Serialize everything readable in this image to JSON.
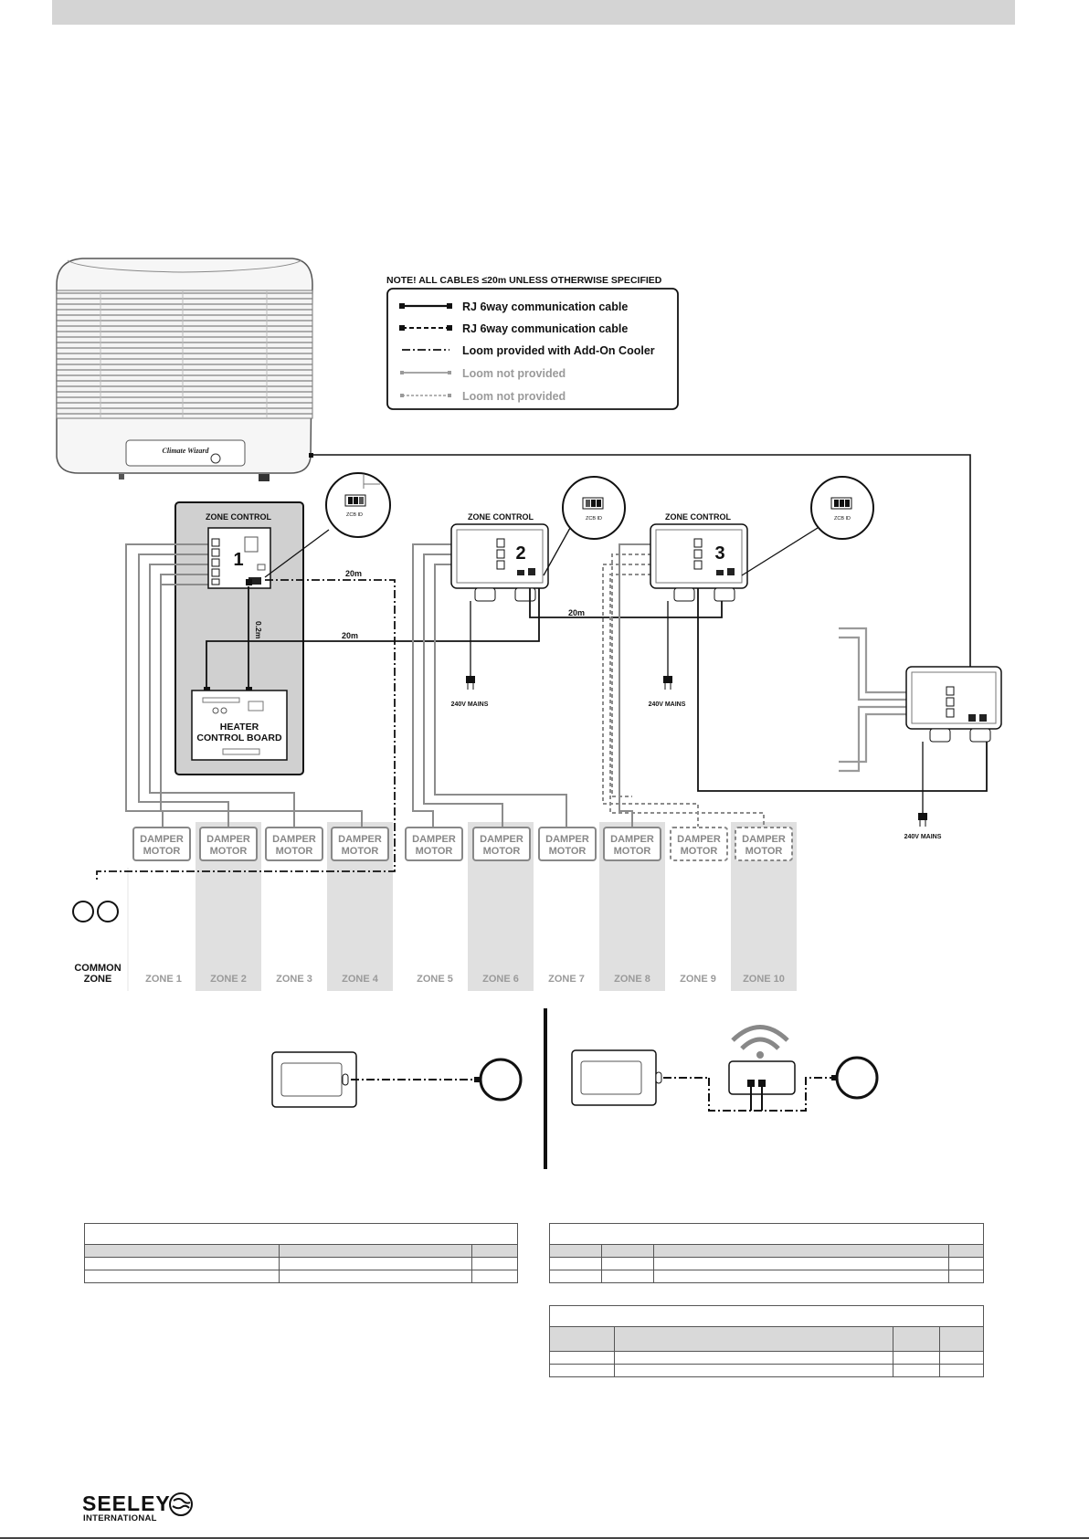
{
  "legend": {
    "note": "NOTE! ALL CABLES ≤20m UNLESS OTHERWISE SPECIFIED",
    "items": [
      {
        "label": "RJ 6way communication cable",
        "style": "solid",
        "color": "#111111"
      },
      {
        "label": "RJ 6way communication cable",
        "style": "dashed",
        "color": "#111111"
      },
      {
        "label": "Loom provided with Add-On Cooler",
        "style": "dashdot",
        "color": "#111111"
      },
      {
        "label": "Loom not provided",
        "style": "solid",
        "color": "#9a9a9a"
      },
      {
        "label": "Loom not provided",
        "style": "dotted",
        "color": "#9a9a9a"
      }
    ]
  },
  "zone_controls": [
    {
      "title": "ZONE CONTROL",
      "number": "1"
    },
    {
      "title": "ZONE CONTROL",
      "number": "2"
    },
    {
      "title": "ZONE CONTROL",
      "number": "3"
    }
  ],
  "zcb_id_label": "ZCB ID",
  "heater_board": {
    "line1": "HEATER",
    "line2": "CONTROL BOARD"
  },
  "cable_lengths": {
    "a": "20m",
    "b": "0.2m",
    "c": "20m",
    "d": "20m"
  },
  "mains_label": "240V MAINS",
  "damper_line1": "DAMPER",
  "damper_line2": "MOTOR",
  "common_zone": {
    "line1": "COMMON",
    "line2": "ZONE"
  },
  "zones": [
    "ZONE 1",
    "ZONE 2",
    "ZONE 3",
    "ZONE 4",
    "ZONE 5",
    "ZONE 6",
    "ZONE 7",
    "ZONE 8",
    "ZONE 9",
    "ZONE 10"
  ],
  "brand": {
    "name": "SEELEY",
    "sub": "INTERNATIONAL"
  },
  "colors": {
    "shade": "#e0e0e0",
    "panel": "#d0d0d0",
    "grey_wire": "#8c8c8c",
    "ink": "#111111"
  }
}
